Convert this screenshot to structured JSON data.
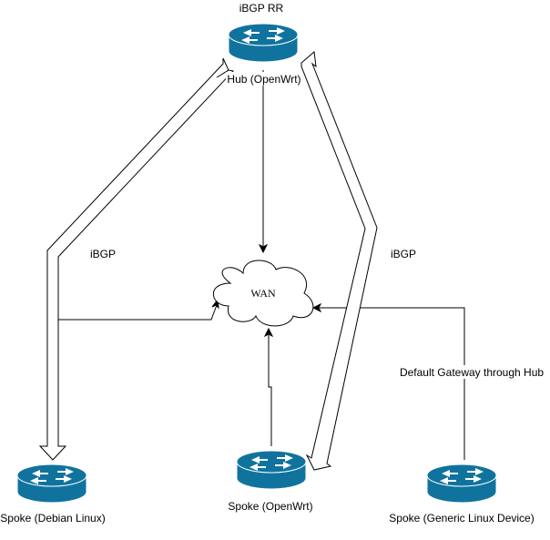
{
  "nodes": {
    "hub": {
      "top_label": "iBGP RR",
      "label": "Hub (OpenWrt)"
    },
    "wan": {
      "label": "WAN"
    },
    "spoke_debian": {
      "label": "Spoke (Debian Linux)"
    },
    "spoke_openwrt": {
      "label": "Spoke (OpenWrt)"
    },
    "spoke_generic": {
      "label": "Spoke (Generic Linux Device)"
    }
  },
  "edges": {
    "ibgp_left": "iBGP",
    "ibgp_right": "iBGP",
    "default_gateway": "Default Gateway through Hub"
  },
  "colors": {
    "router_fill": "#10739e",
    "router_edge": "#0b5a7e",
    "line": "#000000",
    "background": "#ffffff"
  },
  "icons": {
    "router": "router-icon",
    "cloud": "cloud-icon"
  }
}
